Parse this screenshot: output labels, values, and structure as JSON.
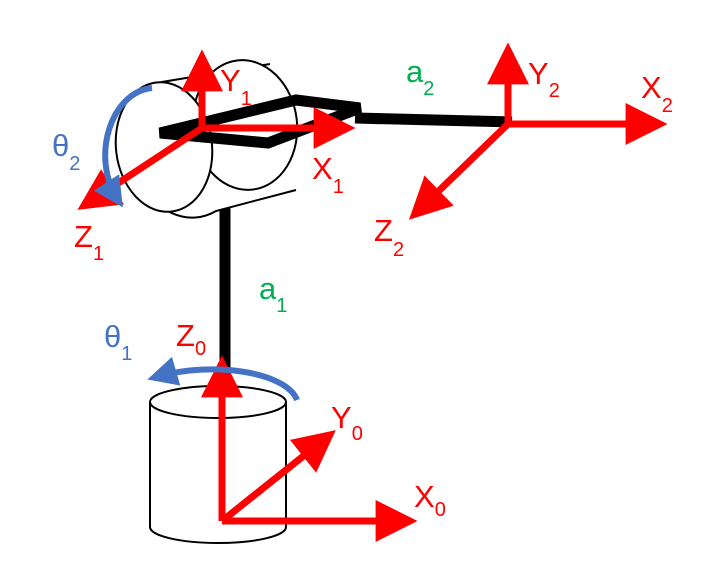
{
  "colors": {
    "axis": "#ff0000",
    "link": "#000000",
    "rotation": "#4472c4",
    "link_label": "#00b050"
  },
  "labels": {
    "z0": {
      "base": "Z",
      "sub": "0"
    },
    "x0": {
      "base": "X",
      "sub": "0"
    },
    "y0": {
      "base": "Y",
      "sub": "0"
    },
    "theta1": {
      "base": "θ",
      "sub": "1"
    },
    "a1": {
      "base": "a",
      "sub": "1"
    },
    "y1": {
      "base": "Y",
      "sub": "1"
    },
    "x1": {
      "base": "X",
      "sub": "1"
    },
    "z1": {
      "base": "Z",
      "sub": "1"
    },
    "theta2": {
      "base": "θ",
      "sub": "2"
    },
    "a2": {
      "base": "a",
      "sub": "2"
    },
    "y2": {
      "base": "Y",
      "sub": "2"
    },
    "x2": {
      "base": "X",
      "sub": "2"
    },
    "z2": {
      "base": "Z",
      "sub": "2"
    }
  }
}
